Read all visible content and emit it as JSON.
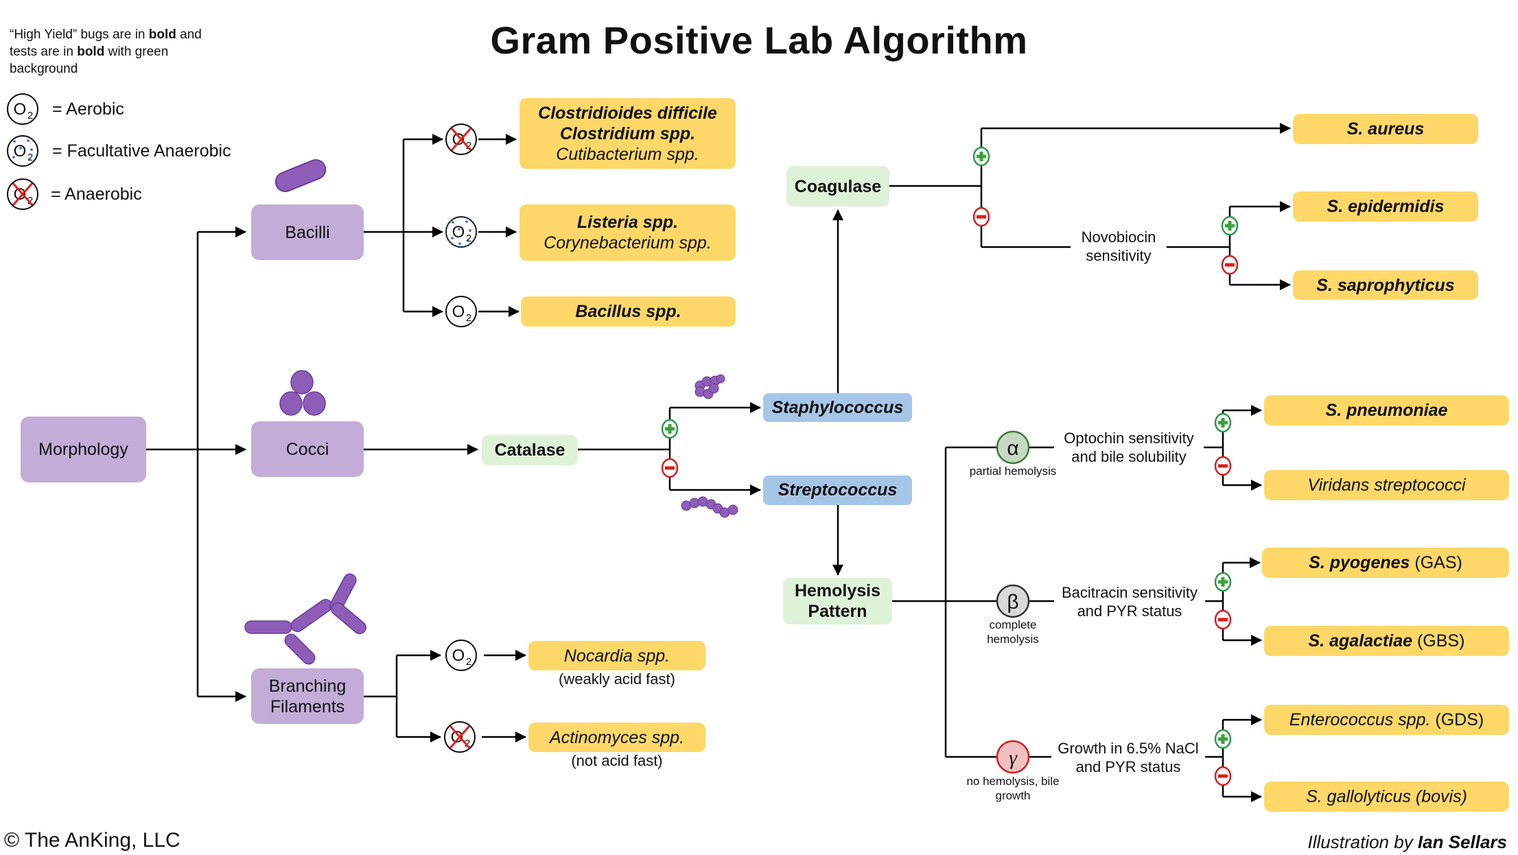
{
  "title": "Gram Positive Lab Algorithm",
  "legend": {
    "note_part1": "“High Yield” bugs are in ",
    "note_bold1": "bold",
    "note_part2": " and tests are in ",
    "note_bold2": "bold",
    "note_part3": " with green background",
    "items": [
      {
        "icon": "aerobic-o2-icon",
        "label": "= Aerobic"
      },
      {
        "icon": "facultative-anaerobic-o2-icon",
        "label": "= Facultative Anaerobic"
      },
      {
        "icon": "anaerobic-o2-icon",
        "label": "= Anaerobic"
      }
    ]
  },
  "o2_symbol": {
    "letter": "O",
    "subscript": "2"
  },
  "morphology": {
    "root": "Morphology",
    "bacilli": "Bacilli",
    "cocci": "Cocci",
    "branching": "Branching Filaments"
  },
  "bacilli_results": [
    {
      "oxygen": "anaerobic",
      "lines": [
        {
          "text": "Clostridioides difficile",
          "high_yield": true
        },
        {
          "text": "Clostridium spp.",
          "high_yield": true
        },
        {
          "text": "Cutibacterium spp.",
          "high_yield": false
        }
      ]
    },
    {
      "oxygen": "facultative",
      "lines": [
        {
          "text": "Listeria spp.",
          "high_yield": true
        },
        {
          "text": "Corynebacterium spp.",
          "high_yield": false
        }
      ]
    },
    {
      "oxygen": "aerobic",
      "lines": [
        {
          "text": "Bacillus spp.",
          "high_yield": true
        }
      ]
    }
  ],
  "branching_results": [
    {
      "oxygen": "aerobic",
      "name": "Nocardia spp.",
      "note": "(weakly acid fast)"
    },
    {
      "oxygen": "anaerobic",
      "name": "Actinomyces spp.",
      "note": "(not acid fast)"
    }
  ],
  "tests": {
    "catalase": "Catalase",
    "coagulase": "Coagulase",
    "hemolysis": "Hemolysis Pattern",
    "novobiocin": "Novobiocin sensitivity",
    "optochin": "Optochin sensitivity and bile solubility",
    "bacitracin": "Bacitracin sensitivity and PYR status",
    "nacl": "Growth in 6.5% NaCl and PYR status"
  },
  "genera": {
    "staph": "Staphylococcus",
    "strep": "Streptococcus"
  },
  "signs": {
    "positive": "+",
    "negative": "−"
  },
  "hemolysis_types": [
    {
      "symbol": "α",
      "caption": "partial hemolysis",
      "color": "#c7d9c4",
      "stroke": "#3b7a3a"
    },
    {
      "symbol": "β",
      "caption": "complete hemolysis",
      "color": "#d9d9d9",
      "stroke": "#333333"
    },
    {
      "symbol": "γ",
      "caption": "no hemolysis, bile growth",
      "color": "#f1c1c1",
      "stroke": "#d21f1f"
    }
  ],
  "staph_results": {
    "aureus": "S. aureus",
    "epidermidis": "S. epidermidis",
    "saprophyticus": "S. saprophyticus"
  },
  "strep_results": {
    "pneumoniae": "S. pneumoniae",
    "viridans": "Viridans streptococci",
    "pyogenes": "S. pyogenes",
    "pyogenes_group": "(GAS)",
    "agalactiae": "S. agalactiae",
    "agalactiae_group": "(GBS)",
    "enterococcus": "Enterococcus spp.",
    "enterococcus_group": "(GDS)",
    "gallolyticus": "S. gallolyticus (bovis)"
  },
  "footer": {
    "copyright": "© The AnKing, LLC",
    "illustration_prefix": "Illustration by ",
    "illustrator": "Ian Sellars"
  },
  "colors": {
    "morphology_box": "#c3acd8",
    "test_box": "#def2d8",
    "genus_box": "#a6c6e8",
    "result_box": "#fdd868",
    "bug_icon": "#8e5db8",
    "positive": "#2a9a4a",
    "negative": "#d21f1f"
  }
}
